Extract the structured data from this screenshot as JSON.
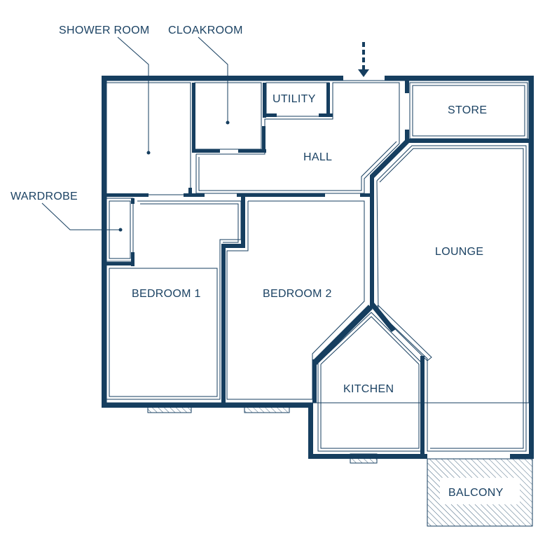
{
  "colors": {
    "wall": "#163e5f",
    "text": "#1b4263",
    "background": "#ffffff"
  },
  "rooms": {
    "shower_room": "SHOWER ROOM",
    "cloakroom": "CLOAKROOM",
    "utility": "UTILITY",
    "store": "STORE",
    "hall": "HALL",
    "wardrobe": "WARDROBE",
    "lounge": "LOUNGE",
    "bedroom1": "BEDROOM 1",
    "bedroom2": "BEDROOM 2",
    "kitchen": "KITCHEN",
    "balcony": "BALCONY"
  },
  "icons": {
    "entrance": "dashed-down-arrow-icon"
  }
}
